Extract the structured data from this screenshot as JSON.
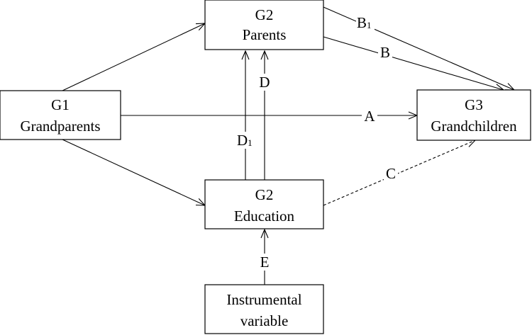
{
  "nodes": {
    "g2_parents": {
      "line1": "G2",
      "line2": "Parents"
    },
    "g1_grandparents": {
      "line1": "G1",
      "line2": "Grandparents"
    },
    "g3_grandchildren": {
      "line1": "G3",
      "line2": "Grandchildren"
    },
    "g2_education": {
      "line1": "G2",
      "line2": "Education"
    },
    "instrumental": {
      "line1": "Instrumental",
      "line2": "variable"
    }
  },
  "edges": {
    "A": {
      "label": "A"
    },
    "B": {
      "label": "B"
    },
    "B1": {
      "label": "B",
      "sub": "1"
    },
    "C": {
      "label": "C"
    },
    "D": {
      "label": "D"
    },
    "D1": {
      "label": "D",
      "sub": "1"
    },
    "E": {
      "label": "E"
    }
  }
}
